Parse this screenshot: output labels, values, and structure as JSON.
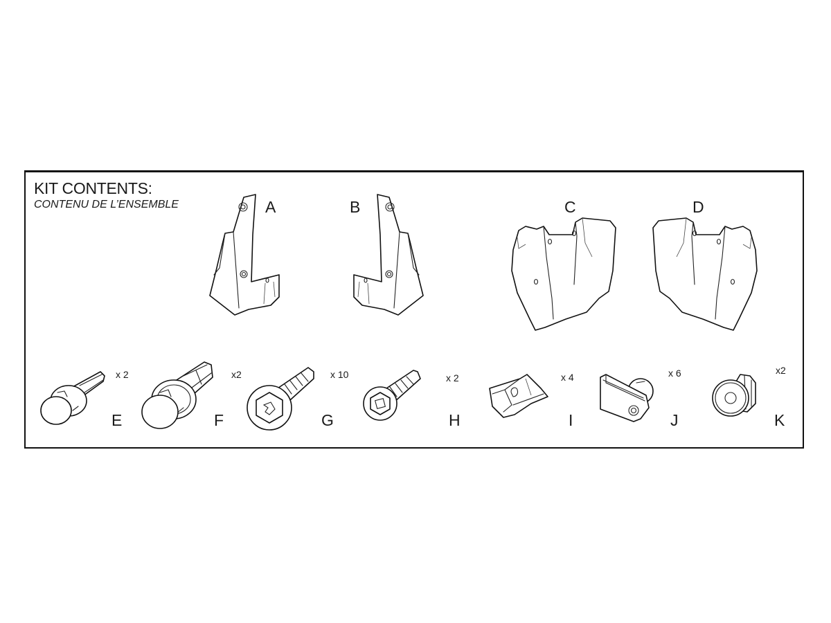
{
  "header": {
    "title": "KIT CONTENTS:",
    "subtitle": "CONTENU DE L’ENSEMBLE"
  },
  "parts": [
    {
      "letter": "A",
      "description": "left vertical bracket panel",
      "icon": "bracket-left-icon"
    },
    {
      "letter": "B",
      "description": "right vertical bracket panel",
      "icon": "bracket-right-icon"
    },
    {
      "letter": "C",
      "description": "left deflector panel",
      "icon": "deflector-left-icon"
    },
    {
      "letter": "D",
      "description": "right deflector panel",
      "icon": "deflector-right-icon"
    },
    {
      "letter": "E",
      "quantity": "x 2",
      "description": "small push rivet",
      "icon": "push-rivet-small-icon"
    },
    {
      "letter": "F",
      "quantity": "x2",
      "description": "large push rivet",
      "icon": "push-rivet-large-icon"
    },
    {
      "letter": "G",
      "quantity": "x 10",
      "description": "hex washer screw",
      "icon": "hex-screw-icon"
    },
    {
      "letter": "H",
      "quantity": "x 2",
      "description": "hex screw square drive",
      "icon": "hex-screw-square-icon"
    },
    {
      "letter": "I",
      "quantity": "x 4",
      "description": "U-nut clip",
      "icon": "u-nut-clip-icon"
    },
    {
      "letter": "J",
      "quantity": "x 6",
      "description": "tab clip",
      "icon": "tab-clip-icon"
    },
    {
      "letter": "K",
      "quantity": "x2",
      "description": "grommet nut",
      "icon": "grommet-icon"
    }
  ]
}
